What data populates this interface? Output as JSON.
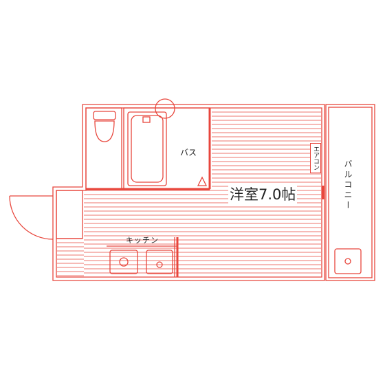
{
  "floorplan": {
    "colors": {
      "wall": "#e8463c",
      "text": "#222222",
      "background": "#ffffff"
    },
    "rooms": {
      "western_room": "洋室7.0帖",
      "bath": "バス",
      "kitchen": "キッチン",
      "aircon": "エアコン",
      "balcony": "バルコニー"
    }
  }
}
